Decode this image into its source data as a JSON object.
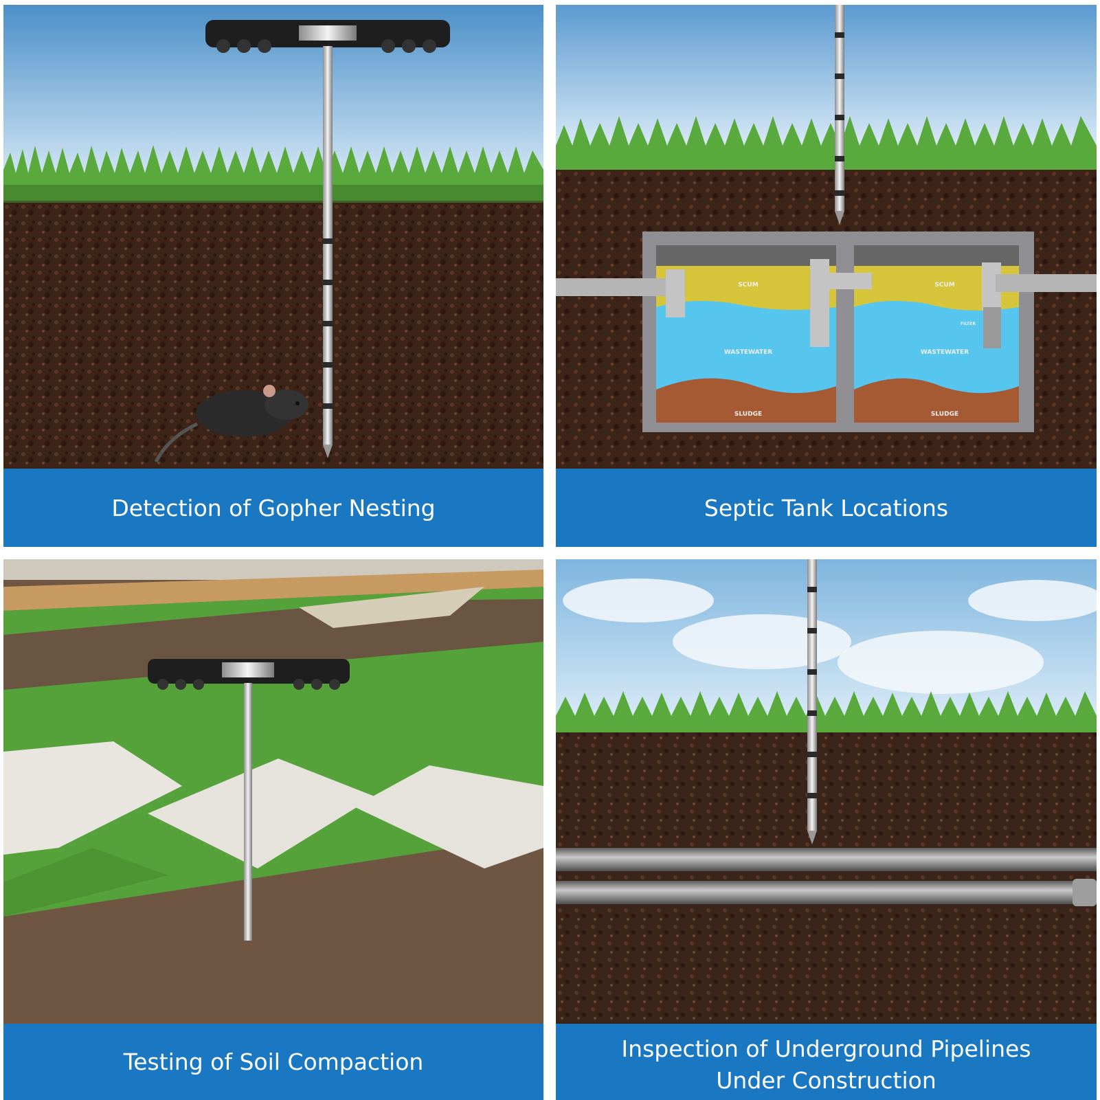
{
  "panels": [
    {
      "id": "gopher",
      "caption_lines": [
        "Detection of Gopher Nesting"
      ]
    },
    {
      "id": "septic",
      "caption_lines": [
        "Septic Tank Locations"
      ],
      "diagram_labels": {
        "scum": "SCUM",
        "wastewater": "WASTEWATER",
        "sludge": "SLUDGE",
        "filter": "FILTER"
      }
    },
    {
      "id": "compaction",
      "caption_lines": [
        "Testing of Soil Compaction"
      ]
    },
    {
      "id": "pipelines",
      "caption_lines": [
        "Inspection of Underground Pipelines",
        "Under Construction"
      ]
    }
  ],
  "colors": {
    "caption_bar": "#1a78c2",
    "soil": "#3d2418",
    "grass": "#5aa93c",
    "sky": "#a9d3ef",
    "scum": "#d6c43a",
    "wastewater": "#56c6ee",
    "sludge": "#a65a34",
    "tank_frame": "#8f8f93"
  },
  "icons": [
    "soil-probe-icon",
    "gopher-icon",
    "septic-tank-icon",
    "pipe-icon"
  ]
}
